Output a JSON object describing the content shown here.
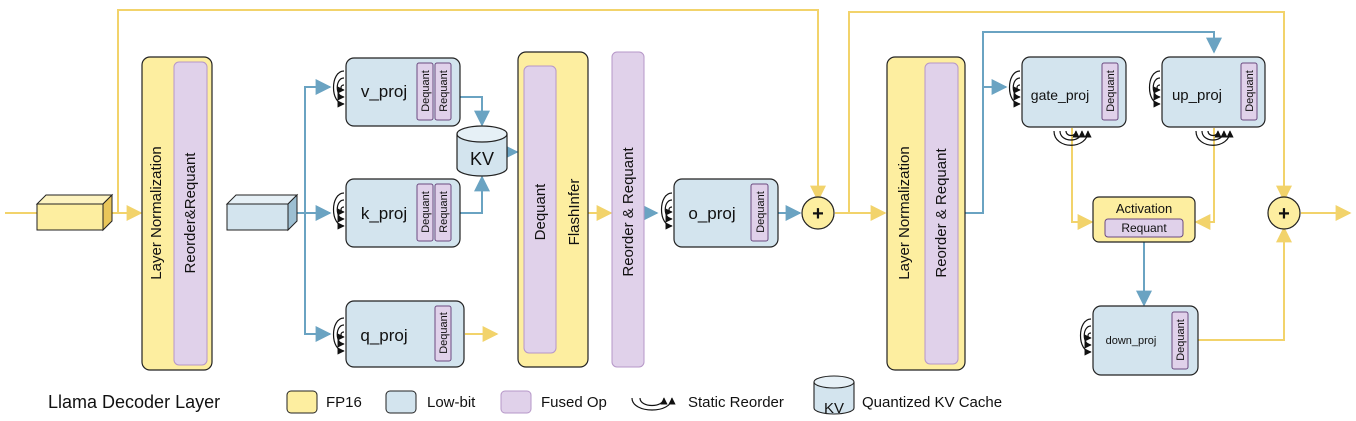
{
  "colors": {
    "fp16_fill": "#fdeea0",
    "fp16_stroke": "#e9c65a",
    "lowbit_fill": "#d3e4ee",
    "fused_fill": "#e0d1ea",
    "fused_stroke": "#b697c8",
    "arrow_yellow": "#f2d36b",
    "arrow_blue": "#6aa3c2"
  },
  "blocks": {
    "layer_norm_1": "Layer Normalization",
    "reorder_requant_1": "Reorder&Requant",
    "flash_dequant": "Dequant",
    "flash_infer": "FlashInfer",
    "reorder_requant_2": "Reorder & Requant",
    "layer_norm_2": "Layer Normalization",
    "reorder_requant_3": "Reorder & Requant",
    "activation": "Activation",
    "activation_requant": "Requant",
    "kv": "KV",
    "plus_symbol": "+"
  },
  "proj_blocks": {
    "v_proj": {
      "name": "v_proj",
      "ops": [
        "Dequant",
        "Requant"
      ]
    },
    "k_proj": {
      "name": "k_proj",
      "ops": [
        "Dequant",
        "Requant"
      ]
    },
    "q_proj": {
      "name": "q_proj",
      "ops": [
        "Dequant"
      ]
    },
    "o_proj": {
      "name": "o_proj",
      "ops": [
        "Dequant"
      ]
    },
    "gate_proj": {
      "name": "gate_proj",
      "ops": [
        "Dequant"
      ]
    },
    "up_proj": {
      "name": "up_proj",
      "ops": [
        "Dequant"
      ]
    },
    "down_proj": {
      "name": "down_proj",
      "ops": [
        "Dequant"
      ]
    }
  },
  "legend": {
    "title": "Llama Decoder Layer",
    "fp16": "FP16",
    "lowbit": "Low-bit",
    "fused": "Fused Op",
    "static_reorder": "Static Reorder",
    "kv_icon": "KV",
    "kv_cache": "Quantized KV Cache"
  }
}
